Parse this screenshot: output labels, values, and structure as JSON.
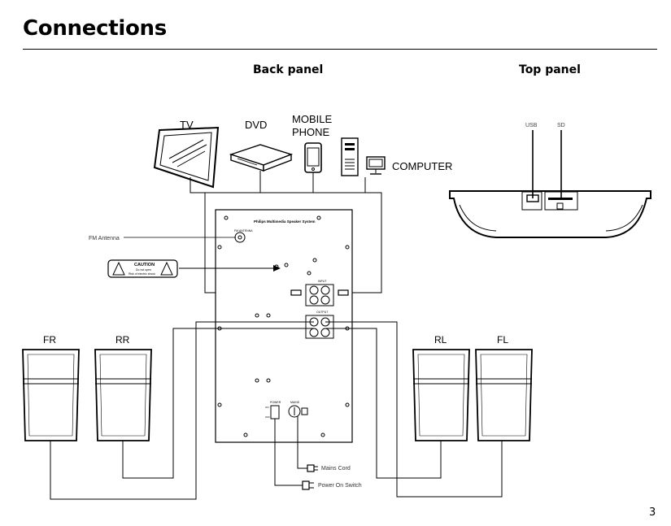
{
  "page": {
    "title": "Connections",
    "number": "3"
  },
  "panels": {
    "back": "Back panel",
    "top": "Top panel"
  },
  "sources": {
    "tv": "TV",
    "dvd": "DVD",
    "mobile_line1": "MOBILE",
    "mobile_line2": "PHONE",
    "computer": "COMPUTER"
  },
  "top_panel": {
    "usb": "USB",
    "sd": "SD"
  },
  "back_panel": {
    "brand": "Philips Multimedia Speaker System",
    "antenna_port": "FM ANTENNA",
    "input": "INPUT",
    "output": "OUTPUT",
    "power": "POWER",
    "mains": "MAINS",
    "on": "ON",
    "off": "OFF"
  },
  "labels": {
    "fm_antenna": "FM Antenna",
    "mains_cord": "Mains Cord",
    "power_switch": "Power On Switch"
  },
  "caution": {
    "title": "CAUTION",
    "line1": "Do not open",
    "line2": "Risk of electric shock"
  },
  "speakers": {
    "fr": "FR",
    "rr": "RR",
    "rl": "RL",
    "fl": "FL"
  }
}
